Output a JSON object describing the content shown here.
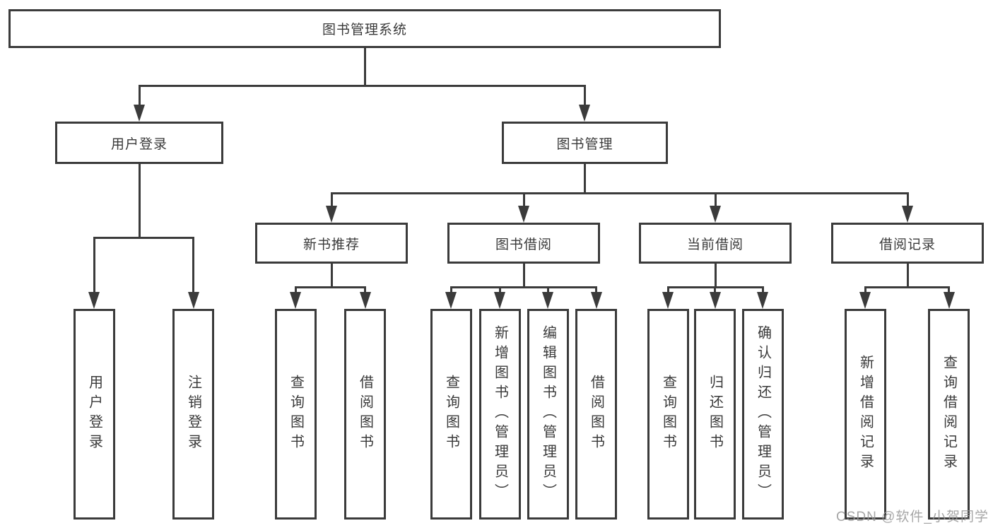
{
  "diagram": {
    "title": "图书管理系统",
    "root": {
      "label": "图书管理系统"
    },
    "level2": {
      "user_login_branch": {
        "label": "用户登录"
      },
      "book_mgmt_branch": {
        "label": "图书管理"
      }
    },
    "level3": {
      "new_book_rec": {
        "label": "新书推荐"
      },
      "book_borrow": {
        "label": "图书借阅"
      },
      "current_borrow": {
        "label": "当前借阅"
      },
      "borrow_records": {
        "label": "借阅记录"
      }
    },
    "leaves": {
      "user_login": "用户登录",
      "logout_login": "注销登录",
      "rec_query_books": "查询图书",
      "rec_borrow_books": "借阅图书",
      "bb_query_books": "查询图书",
      "bb_add_books_admin": "新增图书（管理员）",
      "bb_edit_books_admin": "编辑图书（管理员）",
      "bb_borrow_books": "借阅图书",
      "cb_query_books": "查询图书",
      "cb_return_books": "归还图书",
      "cb_confirm_return_admin": "确认归还（管理员）",
      "br_add_record": "新增借阅记录",
      "br_query_record": "查询借阅记录"
    }
  },
  "watermark": "CSDN @软件_小贺同学",
  "colors": {
    "line": "#3b3b3b",
    "text": "#3a3a3a",
    "background": "#ffffff",
    "watermark": "#969696"
  }
}
